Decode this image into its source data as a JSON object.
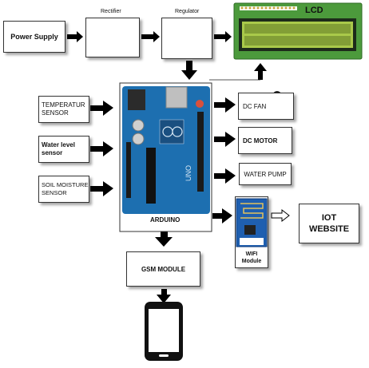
{
  "power_supply": {
    "label": "Power Supply"
  },
  "rectifier": {
    "title": "Rectifier"
  },
  "regulator": {
    "title": "Regulator"
  },
  "lcd": {
    "label": "LCD"
  },
  "inputs": {
    "temperature": {
      "line1": "TEMPERATUR",
      "line2": "SENSOR"
    },
    "water_level": {
      "line1": "Water level",
      "line2": "sensor"
    },
    "soil_moisture": {
      "line1": "SOIL MOISTURE",
      "line2": "SENSOR"
    }
  },
  "arduino": {
    "label": "ARDUINO",
    "board_text": "UNO"
  },
  "outputs": {
    "dc_fan": {
      "label": "DC FAN"
    },
    "dc_motor": {
      "label": "DC MOTOR"
    },
    "water_pump": {
      "label": "WATER PUMP"
    }
  },
  "wifi": {
    "line1": "WIFI",
    "line2": "Module"
  },
  "iot": {
    "line1": "IOT",
    "line2": "WEBSITE"
  },
  "gsm": {
    "label": "GSM MODULE"
  },
  "colors": {
    "board": "#1d6fb0",
    "lcd_screen": "#a9c94a",
    "lcd_frame": "#4c9a3c",
    "arrow": "#000000"
  }
}
